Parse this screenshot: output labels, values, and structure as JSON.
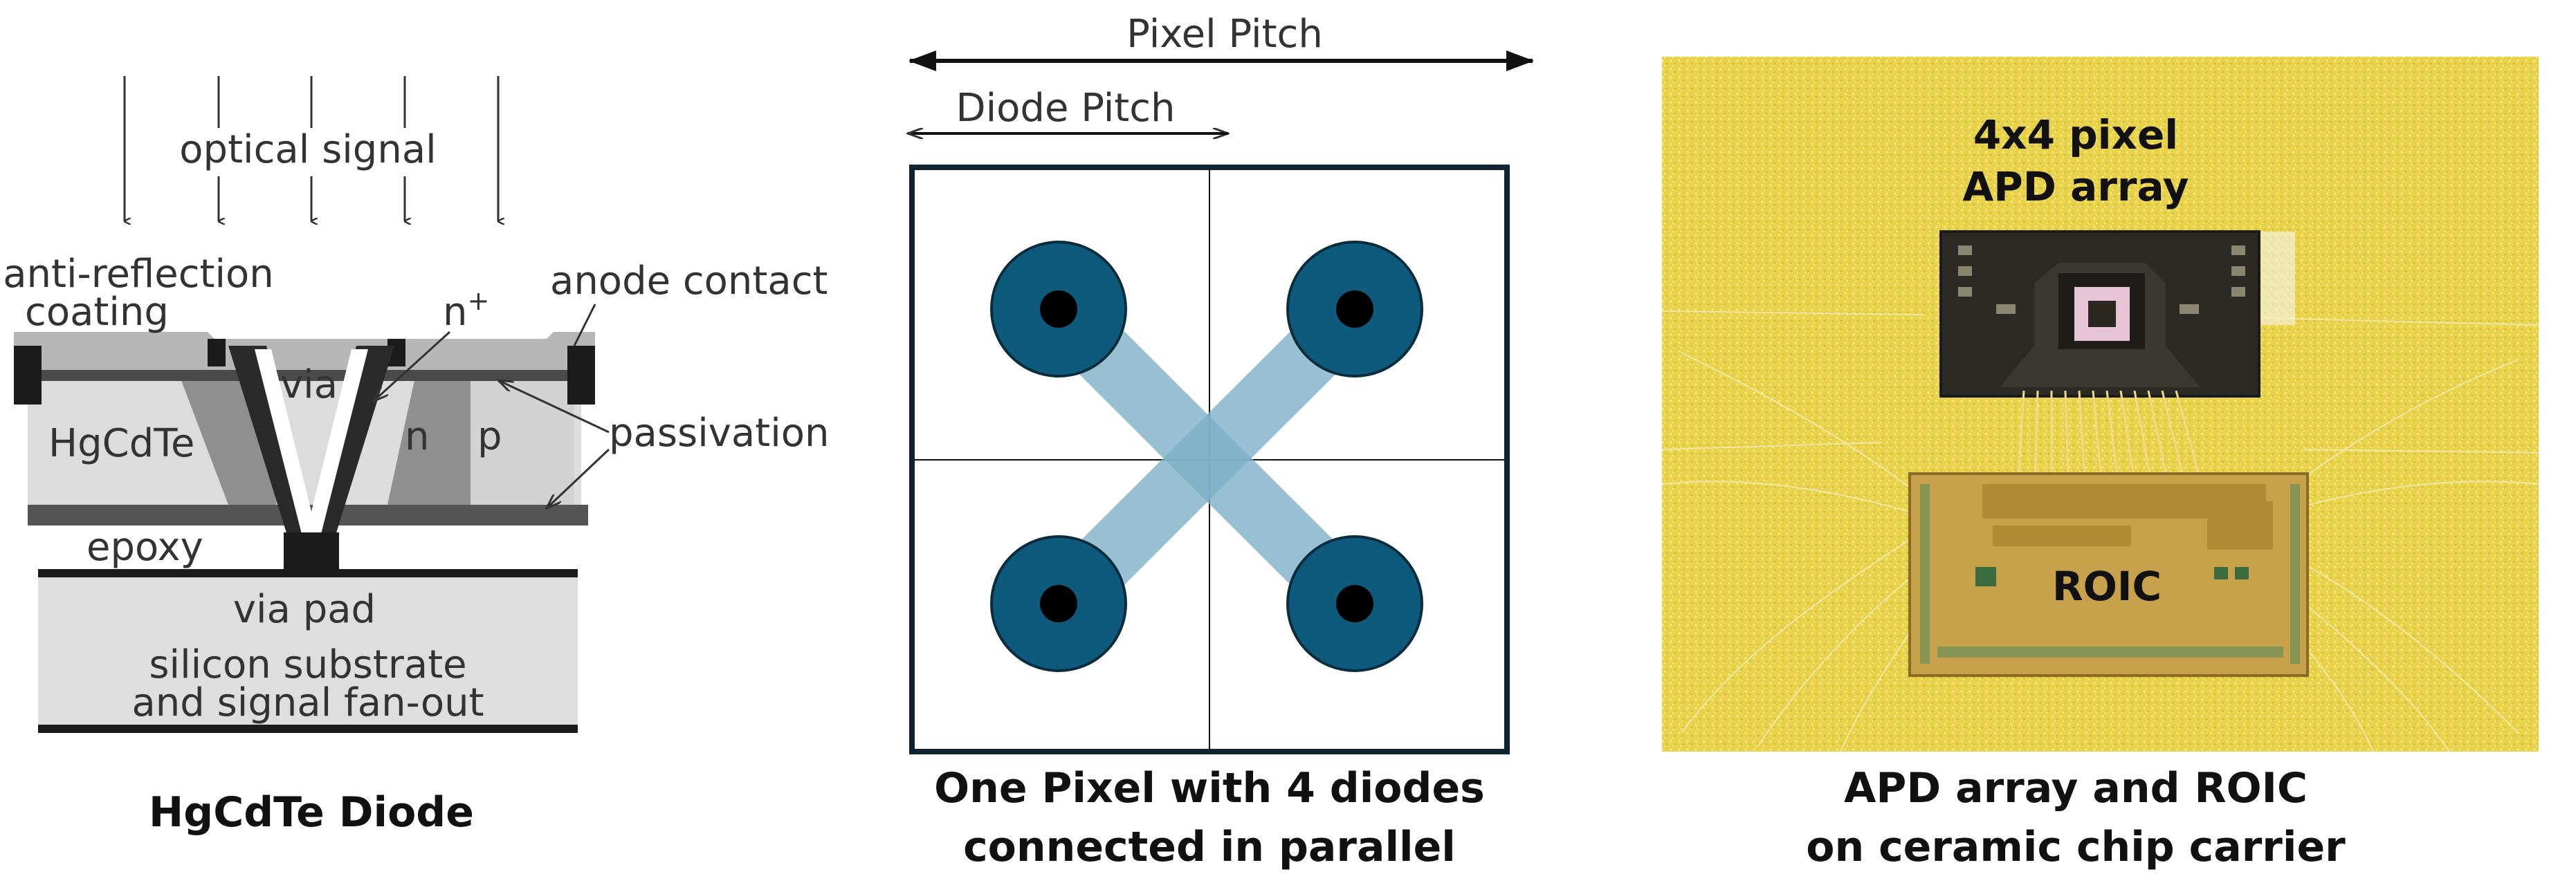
{
  "diode_panel": {
    "optical_signal": "optical signal",
    "anti_reflection_1": "anti-reflection",
    "anti_reflection_2": "coating",
    "n_plus": "n",
    "n_plus_sup": "+",
    "anode_contact": "anode contact",
    "via": "via",
    "hgcdte": "HgCdTe",
    "n": "n",
    "p": "p",
    "passivation": "passivation",
    "epoxy": "epoxy",
    "via_pad": "via pad",
    "substrate_1": "silicon substrate",
    "substrate_2": "and signal fan-out",
    "caption": "HgCdTe Diode"
  },
  "pixel_panel": {
    "pixel_pitch": "Pixel Pitch",
    "diode_pitch": "Diode Pitch",
    "caption_1": "One Pixel with 4 diodes",
    "caption_2": "connected in parallel"
  },
  "photo_panel": {
    "array_label_1": "4x4 pixel",
    "array_label_2": "APD array",
    "roic_label": "ROIC",
    "caption_1": "APD array and ROIC",
    "caption_2": "on ceramic chip carrier"
  },
  "colors": {
    "diode_fill": "#0d5a7d",
    "diode_core": "#000000",
    "connector": "#7fb1c7",
    "pixel_border": "#0f2430",
    "carrier": "#e9d54a",
    "roic": "#c7a24a"
  }
}
